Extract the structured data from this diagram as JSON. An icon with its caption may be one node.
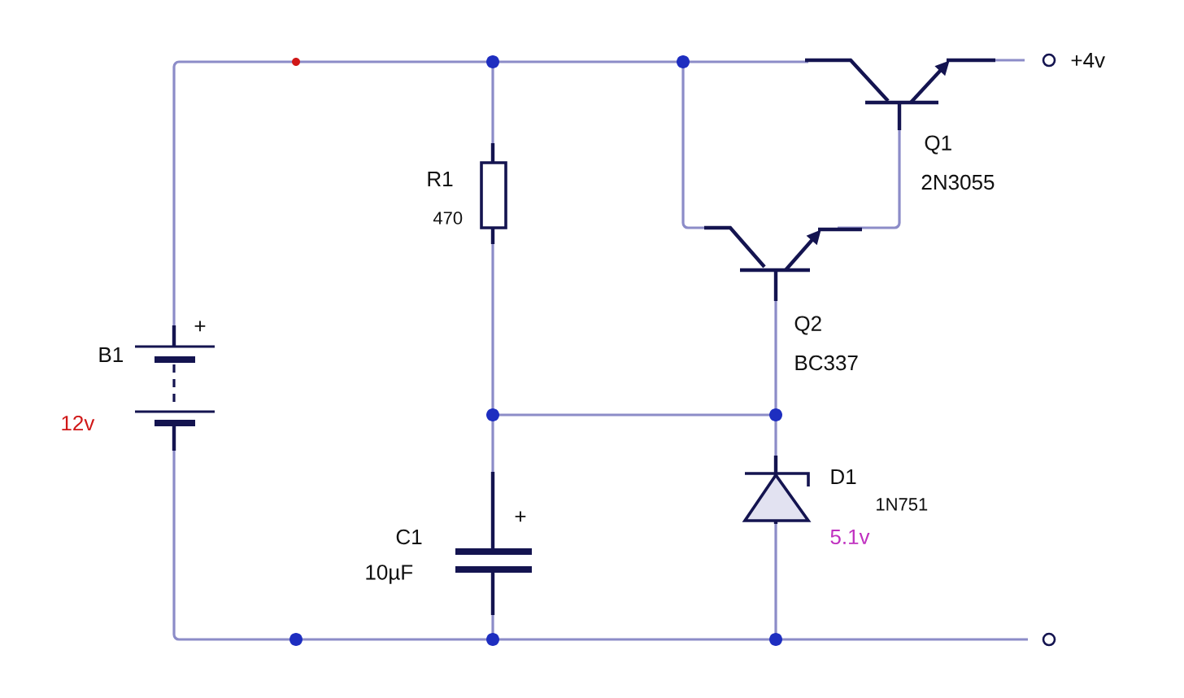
{
  "diagram": {
    "labels": [
      "+4v",
      "R1",
      "470",
      "Q1",
      "2N3055",
      "+",
      "Q2",
      "B1",
      "BC337",
      "12v",
      "D1",
      "1N751",
      "+",
      "C1",
      "5.1v",
      "10µF"
    ]
  }
}
